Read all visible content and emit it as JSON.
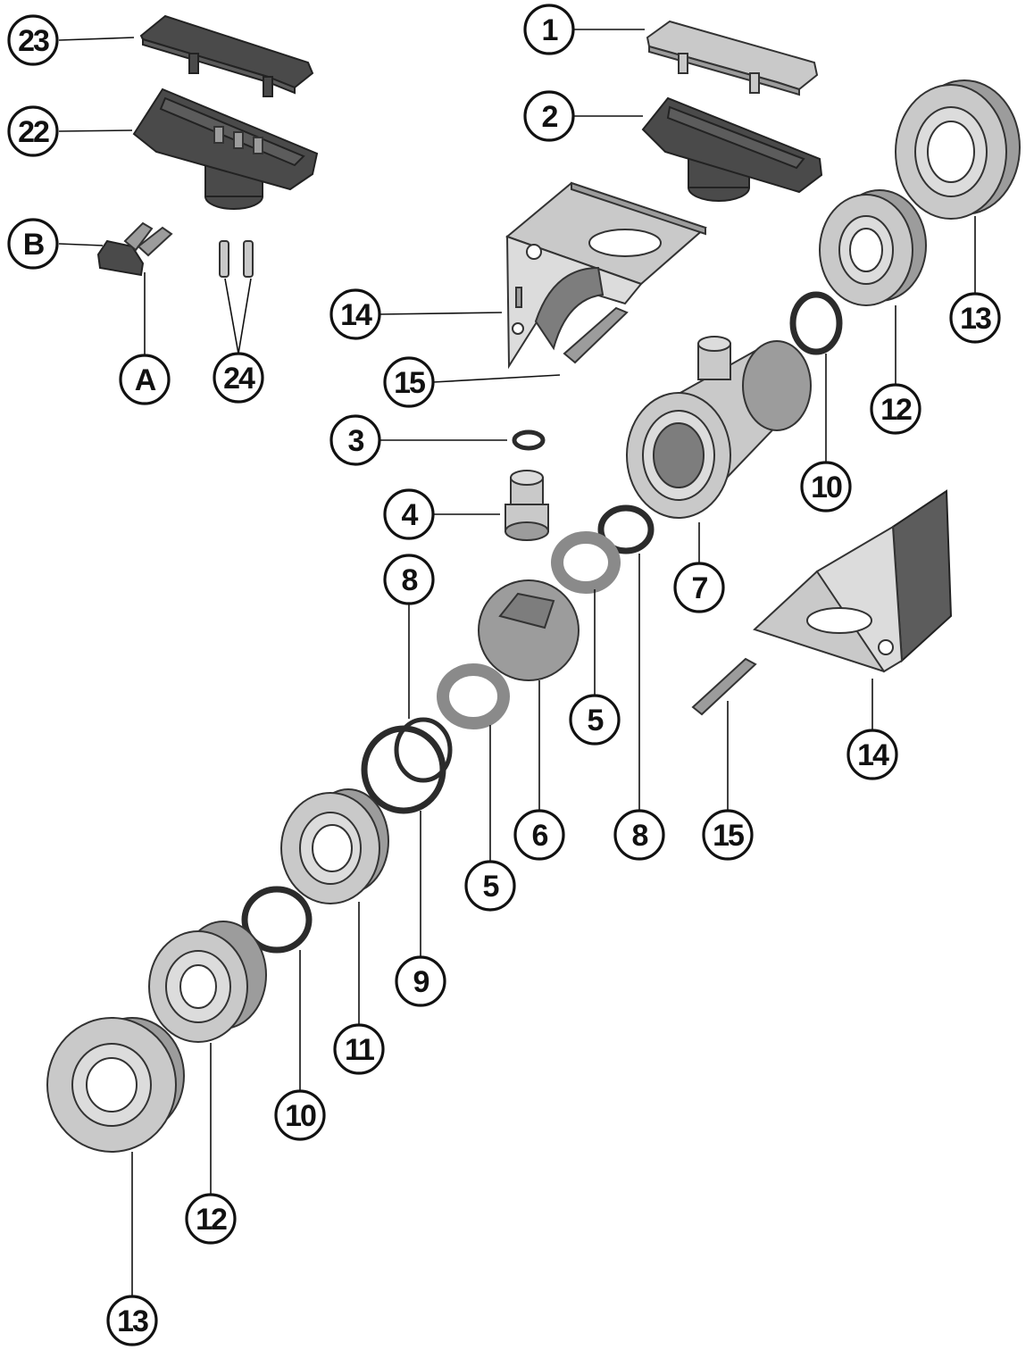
{
  "colors": {
    "outline": "#111111",
    "dark_part": "#4a4a4a",
    "light_part": "#c9c9c9",
    "background": "#ffffff"
  },
  "callouts": {
    "c23": "23",
    "c22": "22",
    "cB": "B",
    "cA": "A",
    "c24": "24",
    "c1": "1",
    "c2": "2",
    "c13a": "13",
    "c14a": "14",
    "c12a": "12",
    "c15a": "15",
    "c3": "3",
    "c10a": "10",
    "c4": "4",
    "c7": "7",
    "c8a": "8",
    "c5a": "5",
    "c14b": "14",
    "c6": "6",
    "c8b": "8",
    "c15b": "15",
    "c5b": "5",
    "c9": "9",
    "c11": "11",
    "c10b": "10",
    "c12b": "12",
    "c13b": "13"
  }
}
